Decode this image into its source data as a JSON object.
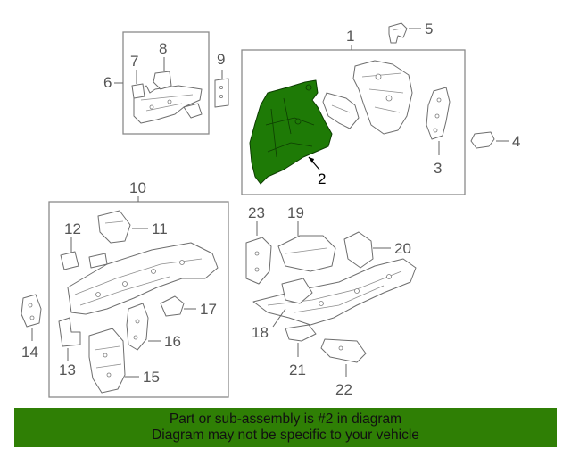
{
  "callouts": {
    "c1": "1",
    "c2": "2",
    "c3": "3",
    "c4": "4",
    "c5": "5",
    "c6": "6",
    "c7": "7",
    "c8": "8",
    "c9": "9",
    "c10": "10",
    "c11": "11",
    "c12": "12",
    "c13": "13",
    "c14": "14",
    "c15": "15",
    "c16": "16",
    "c17": "17",
    "c18": "18",
    "c19": "19",
    "c20": "20",
    "c21": "21",
    "c22": "22",
    "c23": "23"
  },
  "highlight": {
    "part": "2",
    "color": "#1e7a06"
  },
  "colors": {
    "banner_bg": "#2f7f05",
    "line_art": "#6e6e6e",
    "box": "#8a8a8a"
  },
  "banner": {
    "line1": "Part or sub-assembly is #2 in diagram",
    "line2": "Diagram may not be specific to your vehicle"
  }
}
